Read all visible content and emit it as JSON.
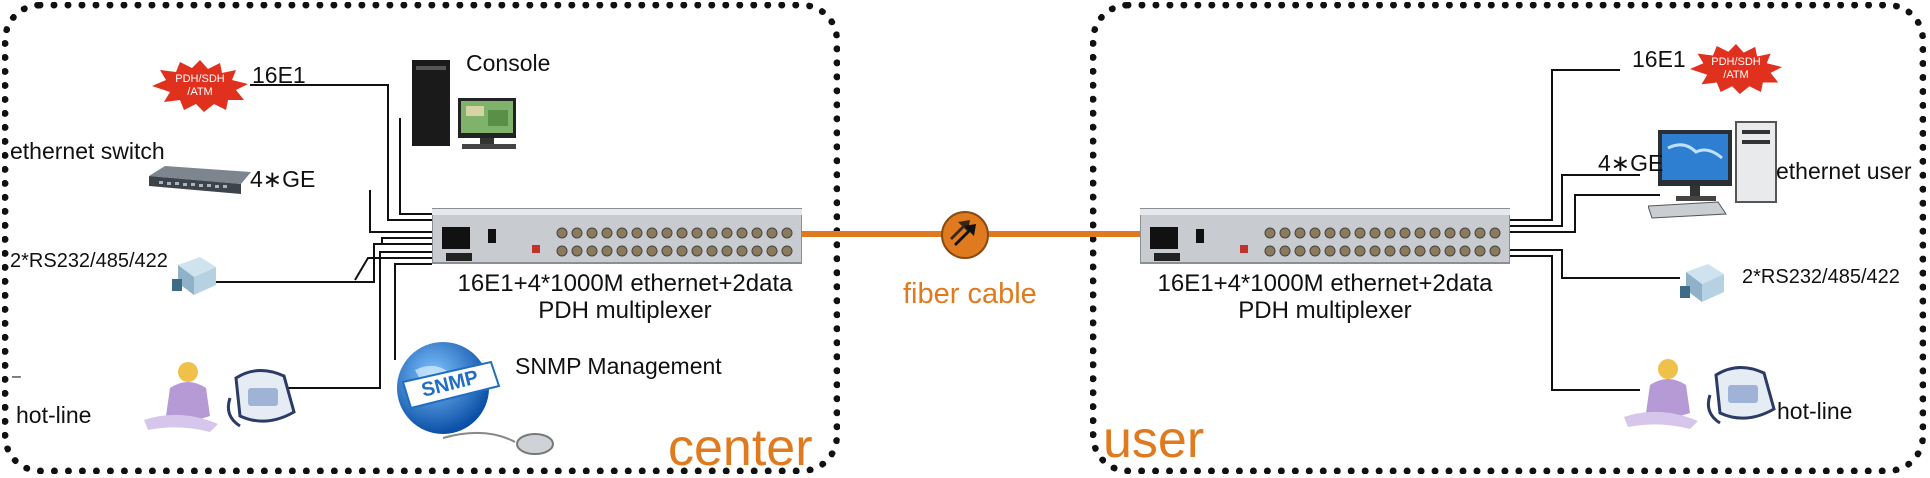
{
  "center": {
    "zone_label": "center",
    "e1_label": "16E1",
    "burst": [
      "PDH/SDH",
      "/ATM"
    ],
    "console_label": "Console",
    "switch_label": "ethernet  switch",
    "ge_label": "4∗GE",
    "serial_label": "2*RS232/485/422",
    "hotline_label": "hot-line",
    "snmp_label": "SNMP Management",
    "snmp_globe_text": "SNMP",
    "device_label_1": "16E1+4*1000M ethernet+2data",
    "device_label_2": "PDH multiplexer"
  },
  "link": {
    "fiber_label": "fiber  cable"
  },
  "user": {
    "zone_label": "user",
    "e1_label": "16E1",
    "burst": [
      "PDH/SDH",
      "/ATM"
    ],
    "ge_label": "4∗GE",
    "ethernet_user_label": "ethernet user",
    "serial_label": "2*RS232/485/422",
    "hotline_label": "hot-line",
    "device_label_1": "16E1+4*1000M ethernet+2data",
    "device_label_2": "PDH multiplexer"
  },
  "colors": {
    "accent_orange": "#e07a1f",
    "burst_red": "#e0301e",
    "wire": "#111111"
  }
}
